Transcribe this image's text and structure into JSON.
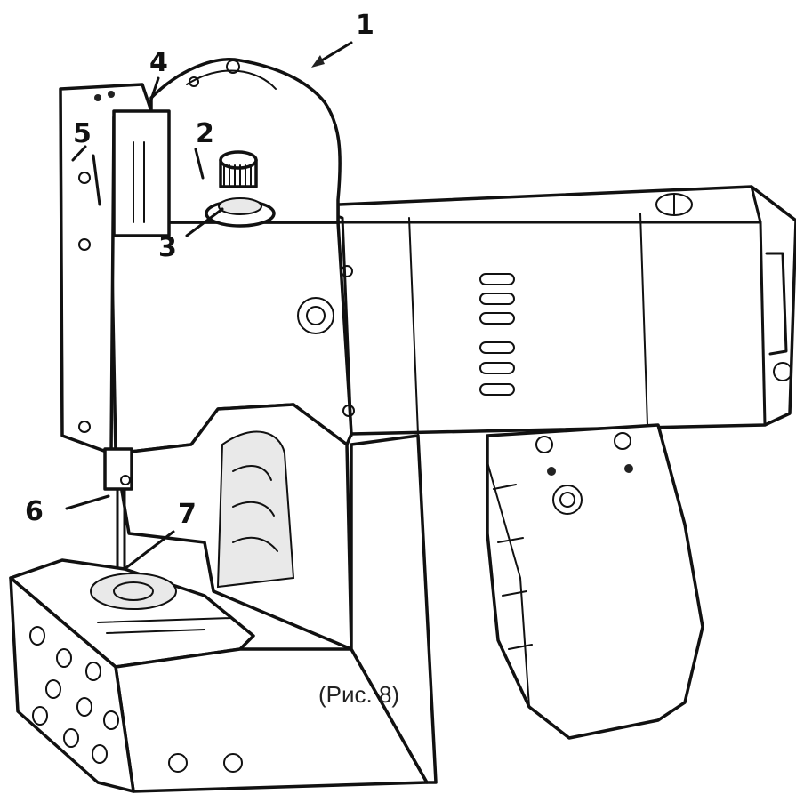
{
  "figure": {
    "caption": "(Рис. 8)",
    "callouts": [
      {
        "id": "1",
        "text": "1"
      },
      {
        "id": "2",
        "text": "2"
      },
      {
        "id": "3",
        "text": "3"
      },
      {
        "id": "4",
        "text": "4"
      },
      {
        "id": "5",
        "text": "5"
      },
      {
        "id": "6",
        "text": "6"
      },
      {
        "id": "7",
        "text": "7"
      }
    ]
  }
}
